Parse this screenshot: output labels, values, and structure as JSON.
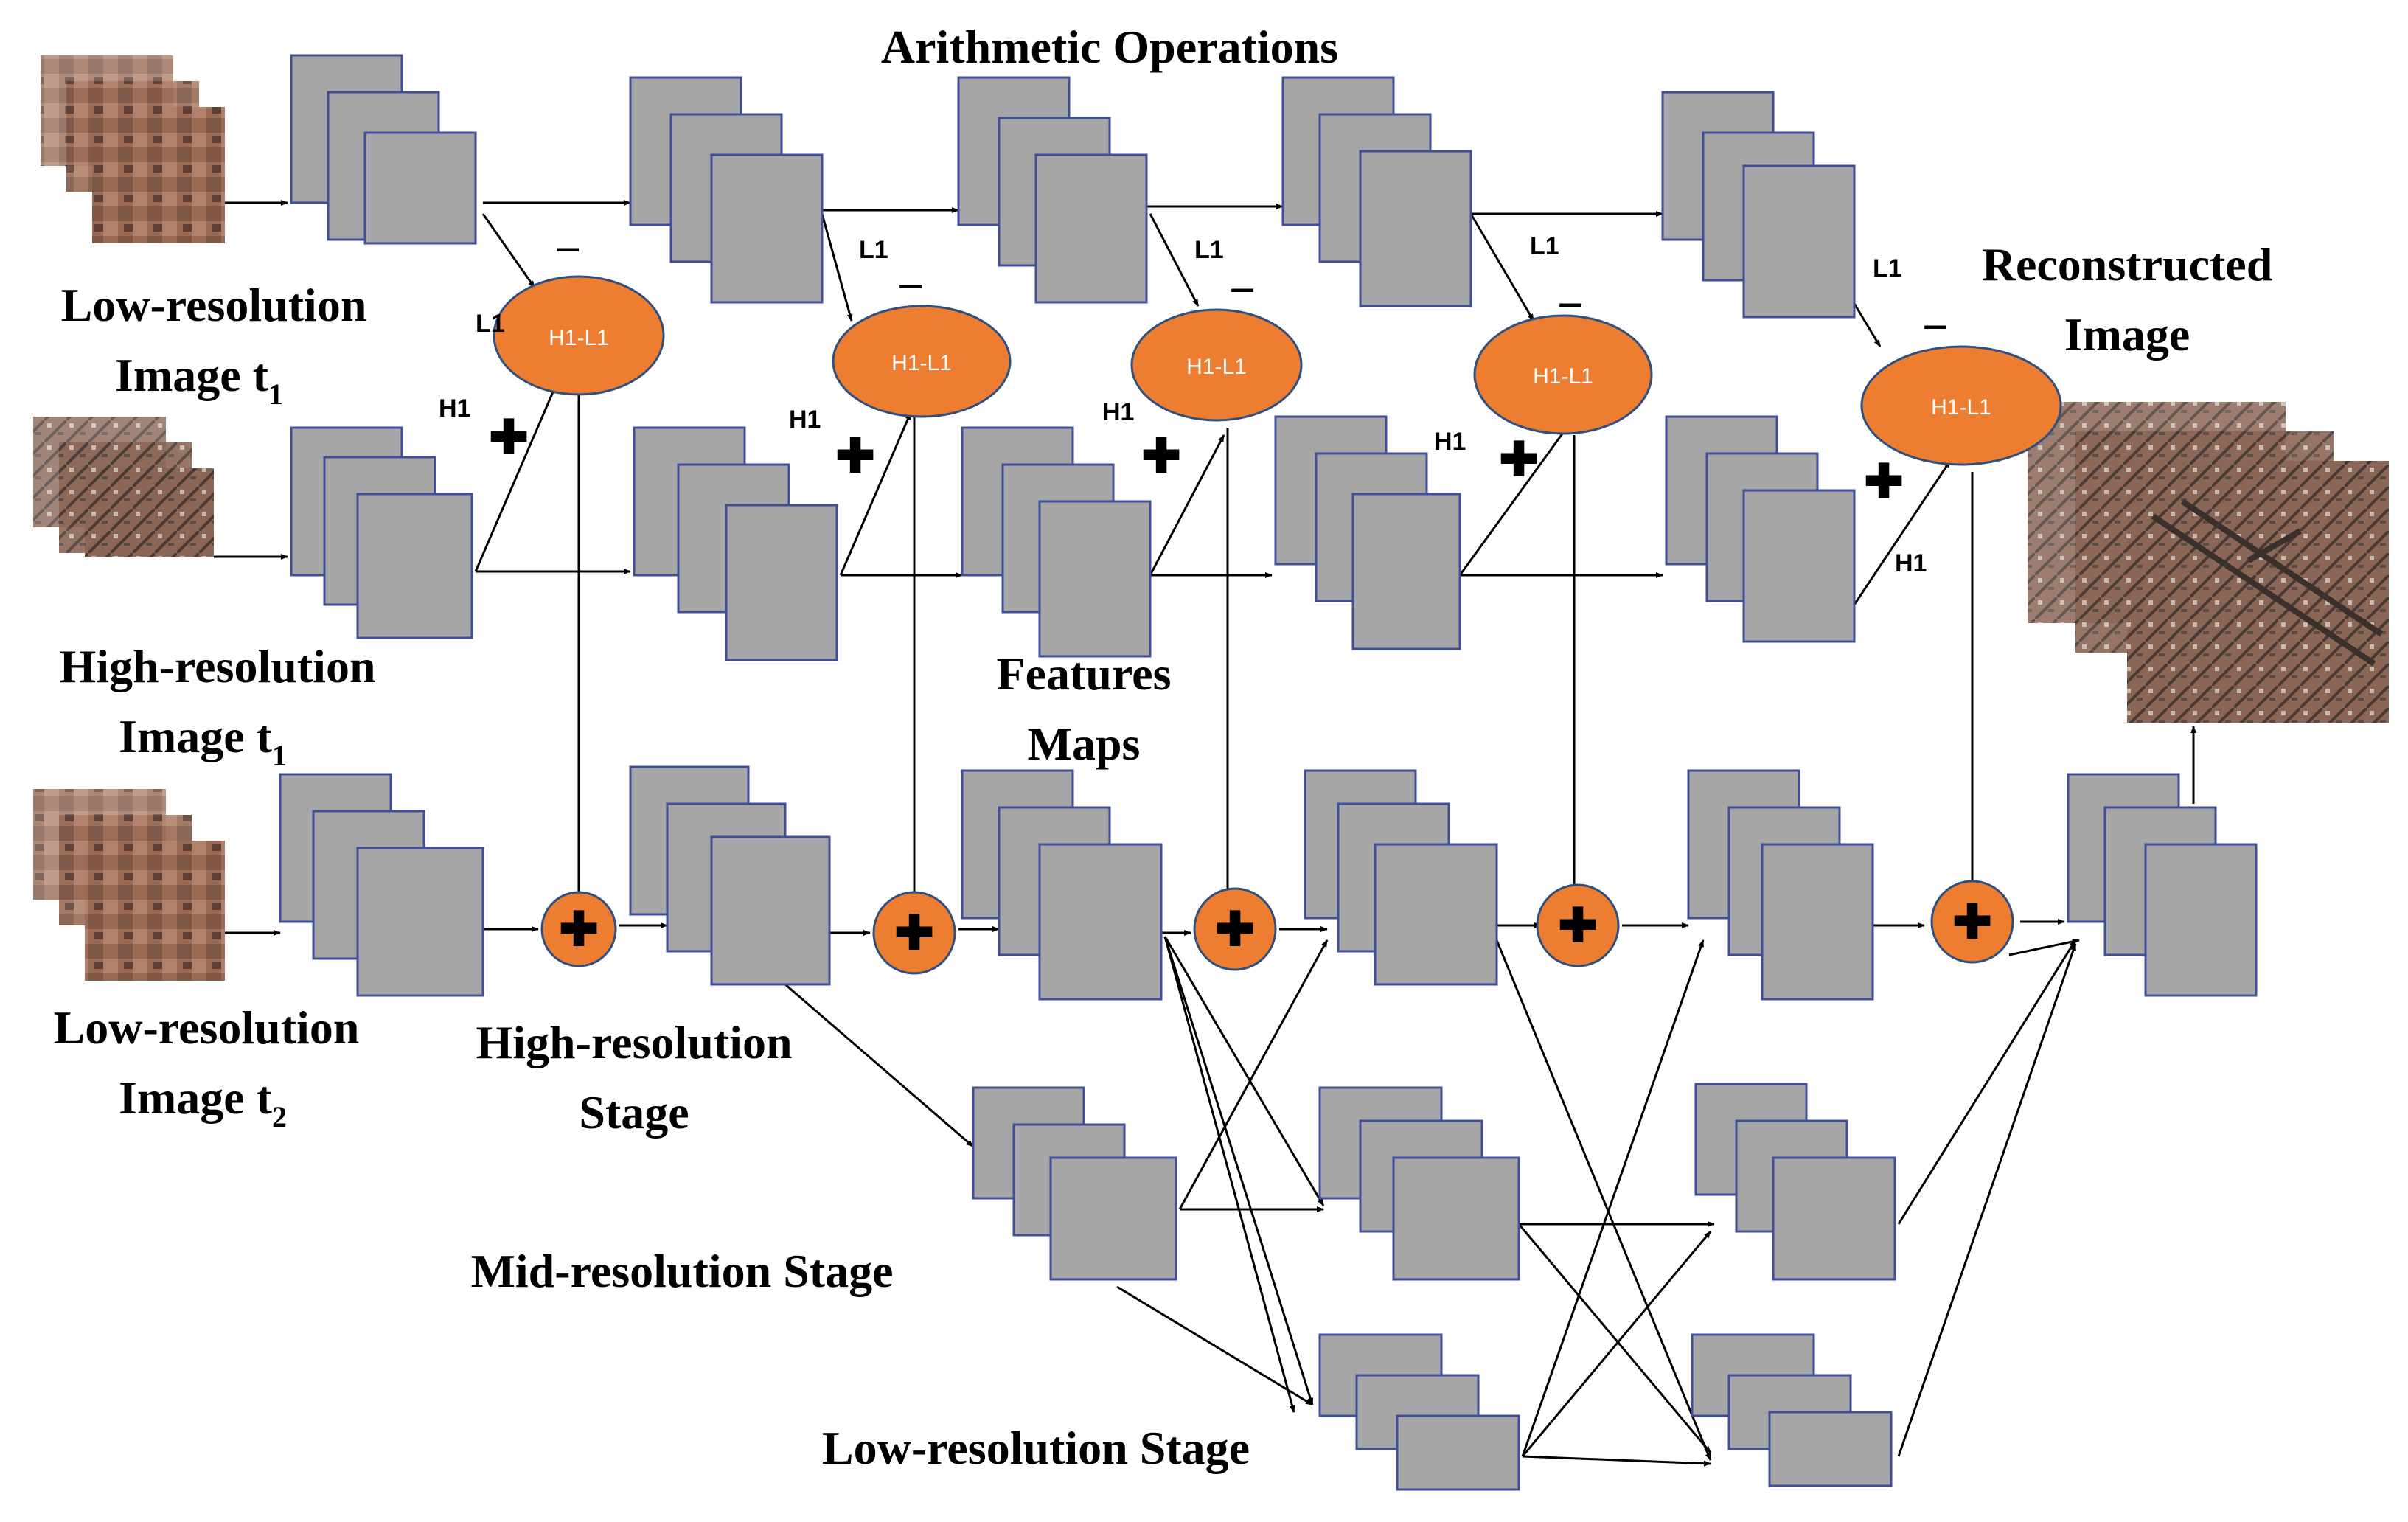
{
  "title": "Arithmetic Operations",
  "labels": {
    "lr_t1_line1": "Low-resolution",
    "lr_t1_line2": "Image t",
    "lr_t1_sub": "1",
    "hr_t1_line1": "High-resolution",
    "hr_t1_line2": "Image t",
    "hr_t1_sub": "1",
    "lr_t2_line1": "Low-resolution",
    "lr_t2_line2": "Image t",
    "lr_t2_sub": "2",
    "hr_stage_line1": "High-resolution",
    "hr_stage_line2": "Stage",
    "mid_stage": "Mid-resolution Stage",
    "low_stage": "Low-resolution Stage",
    "features_line1": "Features",
    "features_line2": "Maps",
    "recon_line1": "Reconstructed",
    "recon_line2": "Image"
  },
  "op_text": "H1-L1",
  "l1": "L1",
  "h1": "H1",
  "minus": "−",
  "plus": "✚",
  "colors": {
    "node": "#a6a6a6",
    "node_stroke": "#3f4f9a",
    "orange": "#ed7d31",
    "orange_stroke": "#2f4f7f",
    "arrow": "#000000"
  }
}
